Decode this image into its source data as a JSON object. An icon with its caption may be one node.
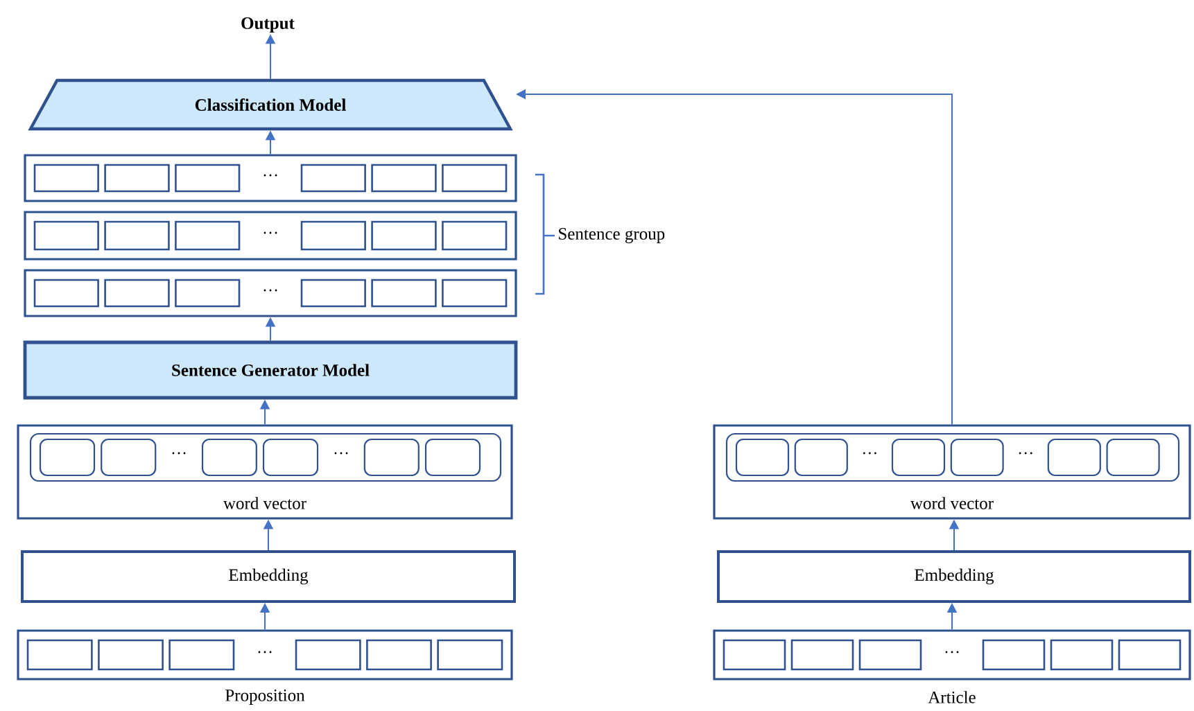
{
  "diagram": {
    "nodes": [
      {
        "text": [
          "Output"
        ]
      },
      {
        "text": [
          "Classification Model"
        ]
      },
      {
        "text": [
          "…"
        ]
      },
      {
        "text": [
          "…"
        ]
      },
      {
        "text": [
          "…"
        ]
      },
      {
        "text": [
          "Sentence Generator Model"
        ]
      },
      {
        "text": [
          "…",
          "…",
          "word vector"
        ]
      },
      {
        "text": [
          "Embedding"
        ]
      },
      {
        "text": [
          "…"
        ],
        "beside": [
          "Proposition"
        ]
      },
      {
        "text": [
          "…",
          "…",
          "word vector"
        ]
      },
      {
        "text": [
          "Embedding"
        ]
      },
      {
        "text": [
          "…"
        ],
        "beside": [
          "Article"
        ]
      }
    ],
    "edges": [
      {
        "from": 1,
        "to": 0,
        "arrow": "to"
      },
      {
        "from": 2,
        "to": 1,
        "arrow": "to"
      },
      {
        "from": 5,
        "to": 4,
        "arrow": "to"
      },
      {
        "from": 6,
        "to": 5,
        "arrow": "to"
      },
      {
        "from": 7,
        "to": 6,
        "arrow": "to"
      },
      {
        "from": 8,
        "to": 7,
        "arrow": "to"
      },
      {
        "from": 9,
        "to": 1,
        "arrow": "to"
      },
      {
        "from": 10,
        "to": 9,
        "arrow": "to"
      },
      {
        "from": 11,
        "to": 10,
        "arrow": "to"
      }
    ],
    "labels": [
      "Sentence group"
    ]
  }
}
